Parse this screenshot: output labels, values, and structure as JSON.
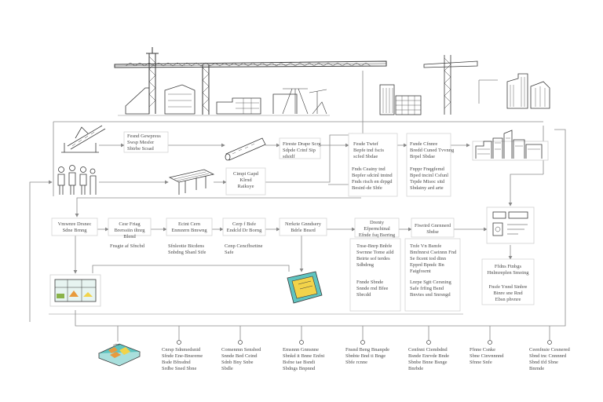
{
  "nodes": {
    "n01": {
      "label": "Fesnd Gewpress\nSwsp Mesfer\nSbirbe Scsad"
    },
    "n02": {
      "label": "Fireste Drape Scrg\nSdpde Crinf Sip\nsdsidf"
    },
    "n03": {
      "label": "Fesde Twtef\nBepfe tnd fscis\nscfed Sbdae"
    },
    "n04": {
      "label": "Fsnde Cfnnre\nBredd Cuned Tvvnng\nBrpel Sbdae"
    },
    "n05": {
      "label": "Cimpi Gapd\nKlrnd\nRaiksye"
    },
    "n06": {
      "label": "Fnds Ceainy tnd\nBepfer sdcinl tmtnd\nFnds risch en drpgd\nBesinf-de Sbfe"
    },
    "n07": {
      "label": "Fnppr Fnqgfemd\nBped tncinl Csfunl\nTrpde Misoc sitd\nSbdainy ard arte"
    },
    "n08": {
      "label": "Vmwnre Drsnec\nSdne Brnng"
    },
    "n09": {
      "label": "Cesr Friag\nBrerssiin tltnrg\nBlend"
    },
    "n10": {
      "label": "Ecint Cern\nEnmnrrn Bmwng"
    },
    "n11": {
      "label": "Cerp f Bsfe\nEndcld Dr Borng"
    },
    "n12": {
      "label": "Nrrkrie Gnndsery\nBdrle Bnsrd"
    },
    "n13": {
      "label": "Drenty\nEfpernchinal\nEfnde fsq Bsrring"
    },
    "n14": {
      "label": "Fiwrird Gnrnnerd\nSbdse"
    },
    "n15": {
      "label": "Fnsgte af Sfncbd"
    },
    "n16": {
      "label": "Sfnleotie Bicdens\nSnbdng Sbanl Stfe"
    },
    "n17": {
      "label": "Cenp Cencfbsrtine\nSafe"
    },
    "n18": {
      "label": "Tnse-Bnrp Bnbfe\nSwrnne Tome aild\nBeirte sof terdes\nSdbdrng"
    },
    "n19": {
      "label": "Tnfe Vn Bsmfe\nBmfnnrst Cseinnn Fnd\nSe ficent tod dinn\nEpprd Bpndc Bn\nFaigfosrnt"
    },
    "n20": {
      "label": "Fnnde Sbnde\nSnnde rnd Bfee\nSbrcdd"
    },
    "n21": {
      "label": "Lnrpe Sgtt Cersning\nSafe frfing Bsnd\nBnvtes snd Snrsngd"
    },
    "n22": {
      "label": "Ffdns Ftnbgs\nHnlmreplen Smoing"
    },
    "n23": {
      "label": "Fnsfe Ynnd Sinbre\nBinre sne Rnd\nEbsn phvnre"
    }
  },
  "bottom_nodes": {
    "b1": {
      "label": "Cnrsp Sdnmedsnid\nSfnde Ene-Bnsreme\nBsde Bfnsdnd\nSrdbe Sned Sbne"
    },
    "b2": {
      "label": "Comenmn Sensbed\nSnnde Bed Ceind\nSdnb Bny Snbe\nSbdle"
    },
    "b3": {
      "label": "Emsnnn Gnnsnne\nSbnkd it Bnne Enfni\nBsfne tae Bsndi\nSbdngs Bnpnnd"
    },
    "b4": {
      "label": "Fnsnd Beng Bnanpde\nSbnbte Bnd ti Bnge\nSbfe rcnne"
    },
    "b5": {
      "label": "Cenfnni Ciembdnd\nBsnde Enrvde Bnde\nSbnbe Bnne Bsnge\nBnrbde"
    },
    "b6": {
      "label": "Ffnne Csnke\nSbne Cinvnnnnd\nSfnne Snfe"
    },
    "b7": {
      "label": "Ceenfnsie Cesnered\nSbnd tnc Cnnnnrd\nSbnd tfd Sbne\nBnrnde"
    }
  },
  "colors": {
    "line": "#8a8a8a",
    "ink": "#3a3a3a",
    "accent_teal": "#5fc4c0",
    "accent_orange": "#e89a3c",
    "accent_yellow": "#f2d34a",
    "accent_green": "#8ab34a"
  },
  "icons": [
    "tower-crane-icon",
    "factory-building-icon",
    "conveyor-machine-icon",
    "workers-icon",
    "steel-beam-icon",
    "city-skyline-icon",
    "control-panel-icon",
    "map-tile-icon",
    "monitor-window-icon"
  ]
}
